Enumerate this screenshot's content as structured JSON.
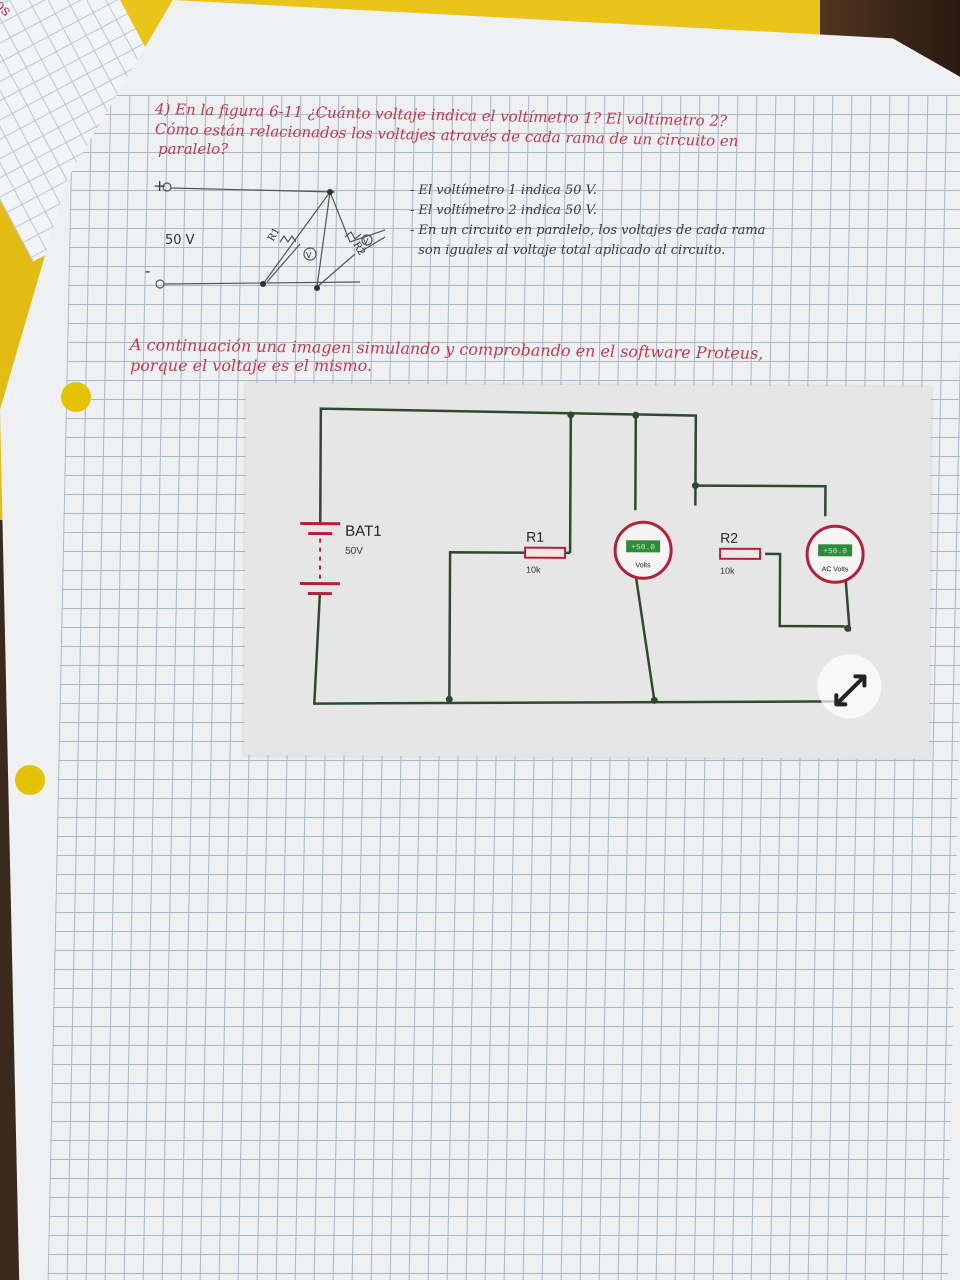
{
  "question": {
    "line1": "4) En la figura 6-11 ¿Cuánto voltaje indica el voltímetro 1? El voltímetro 2?",
    "line2": "Cómo están relacionados los voltajes através de cada rama de un circuito en",
    "line3": "paralelo?"
  },
  "sketch": {
    "plus": "+",
    "minus": "-",
    "source": "50 V",
    "r1": "R1",
    "r2": "R2",
    "v1": "V",
    "v2": "V"
  },
  "answers": [
    "- El voltímetro 1 indica 50 V.",
    "- El voltímetro 2 indica 50 V.",
    "- En un circuito en paralelo, los voltajes de cada rama",
    "  son iguales al voltaje total aplicado al circuito."
  ],
  "note": {
    "line1": "A continuación una imagen simulando y comprobando en el software Proteus,",
    "line2": "porque el voltaje es el mismo."
  },
  "simulation": {
    "battery_name": "BAT1",
    "battery_value": "50V",
    "r1_name": "R1",
    "r1_value": "10k",
    "r2_name": "R2",
    "r2_value": "10k",
    "meter1_reading": "+50.0",
    "meter1_label": "Volts",
    "meter2_reading": "+50.0",
    "meter2_label": "AC Volts",
    "wire_color": "#2e4a2e",
    "meter_color": "#b2213a"
  },
  "back_sheet_text": "estos"
}
